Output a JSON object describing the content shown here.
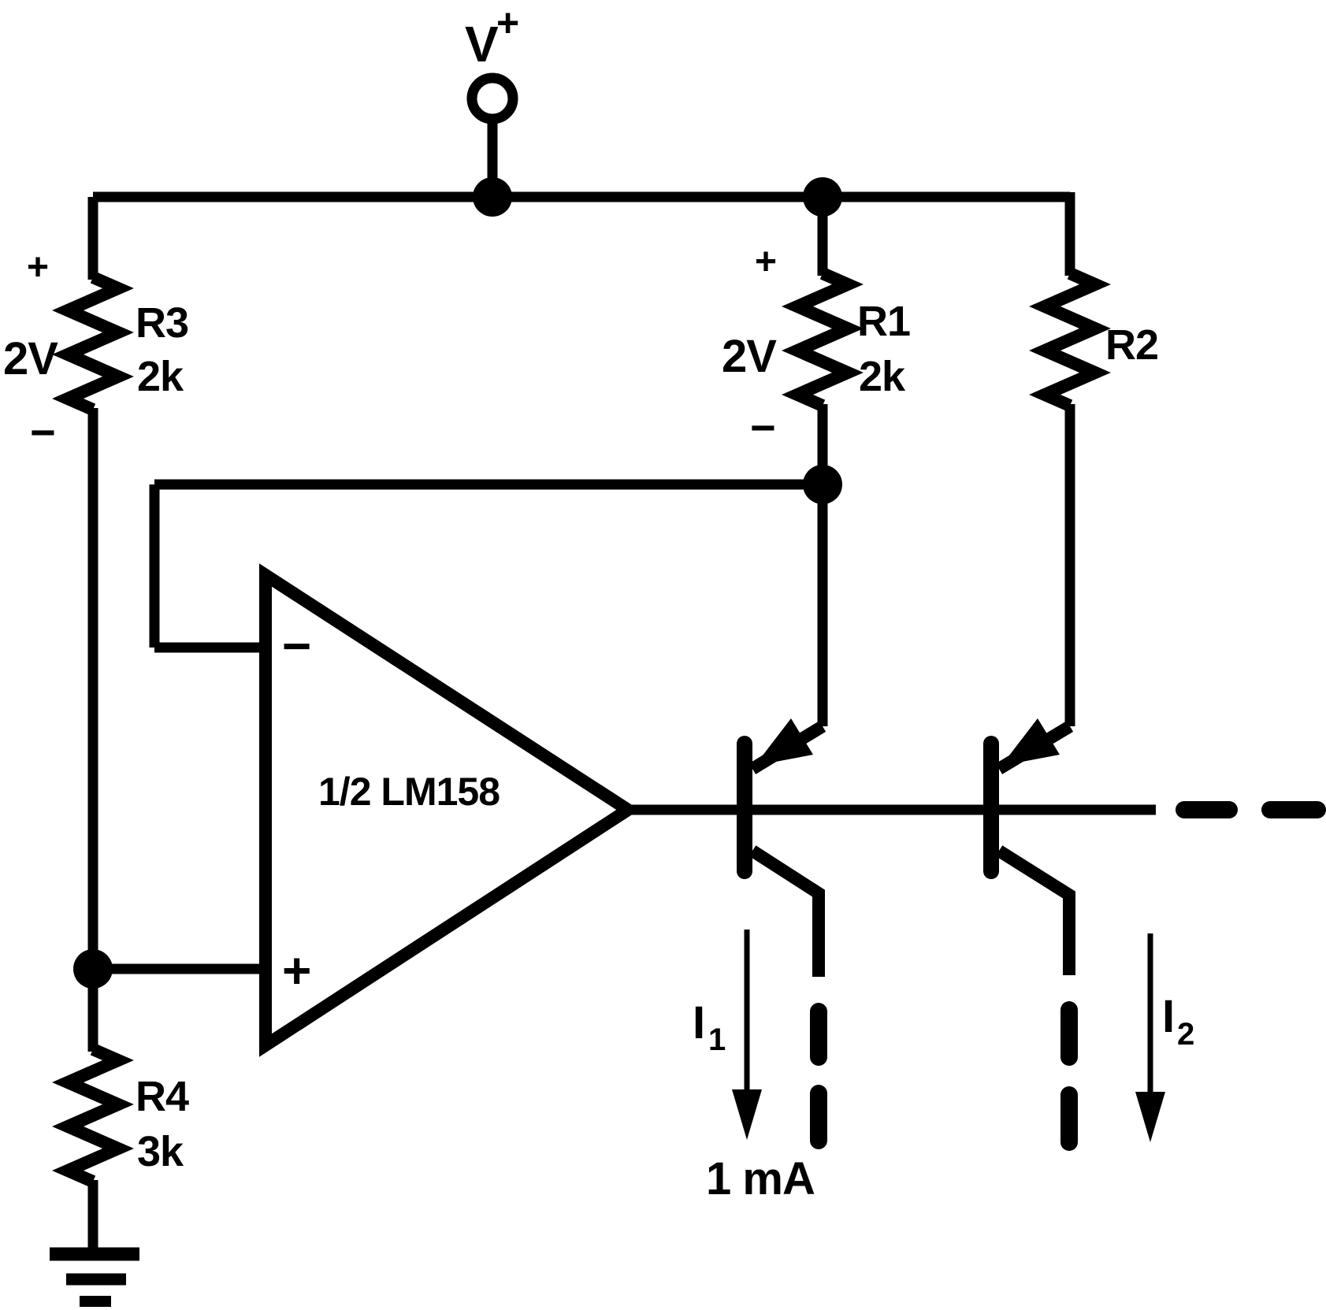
{
  "colors": {
    "ink": "#000000",
    "paper": "#ffffff"
  },
  "power_supply": {
    "symbol": "V",
    "superscript": "+"
  },
  "opamp": {
    "label": "1/2 LM158",
    "inverting_sign": "−",
    "noninverting_sign": "+"
  },
  "resistors": {
    "r3": {
      "name": "R3",
      "value": "2k",
      "voltage": "2V",
      "polarity_plus": "+",
      "polarity_minus": "−"
    },
    "r1": {
      "name": "R1",
      "value": "2k",
      "voltage": "2V",
      "polarity_plus": "+",
      "polarity_minus": "−"
    },
    "r2": {
      "name": "R2"
    },
    "r4": {
      "name": "R4",
      "value": "3k"
    }
  },
  "currents": {
    "i1": {
      "symbol": "I",
      "subscript": "1",
      "value": "1 mA"
    },
    "i2": {
      "symbol": "I",
      "subscript": "2"
    }
  }
}
